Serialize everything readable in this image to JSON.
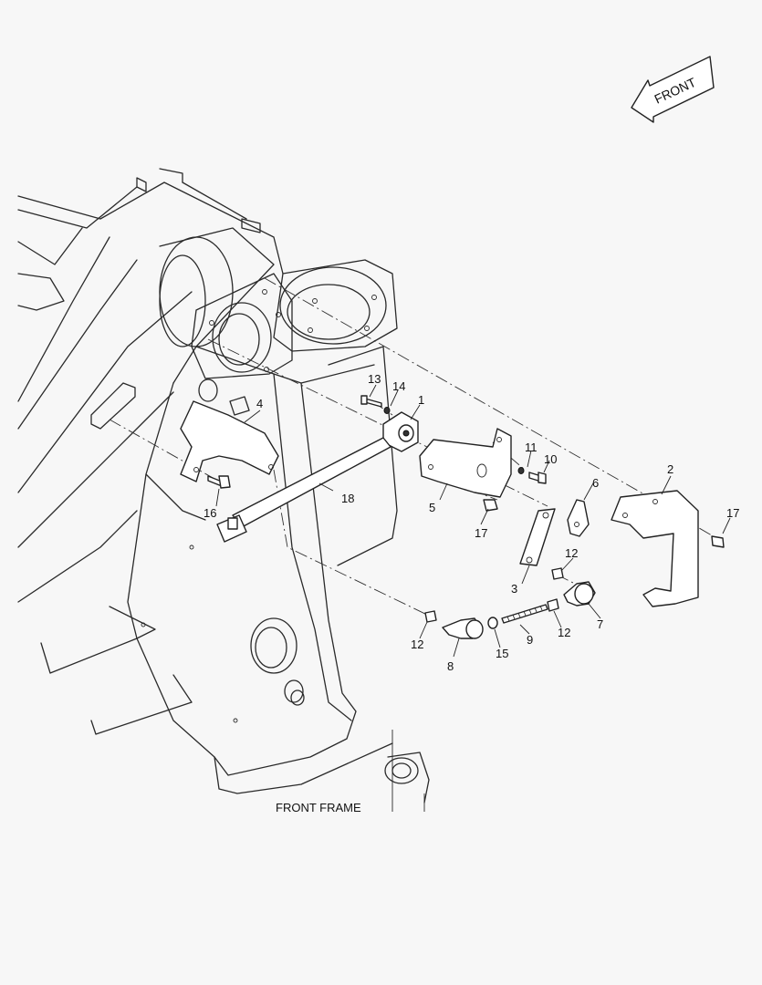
{
  "diagram": {
    "caption": "FRONT FRAME",
    "direction_label": "FRONT",
    "callouts": {
      "c1": "1",
      "c2": "2",
      "c3": "3",
      "c4": "4",
      "c5": "5",
      "c6": "6",
      "c7": "7",
      "c8": "8",
      "c9": "9",
      "c10": "10",
      "c11": "11",
      "c12a": "12",
      "c12b": "12",
      "c12c": "12",
      "c13": "13",
      "c14": "14",
      "c15": "15",
      "c16": "16",
      "c17a": "17",
      "c17b": "17",
      "c18": "18"
    },
    "icons": [
      "front-direction-arrow-icon"
    ]
  }
}
